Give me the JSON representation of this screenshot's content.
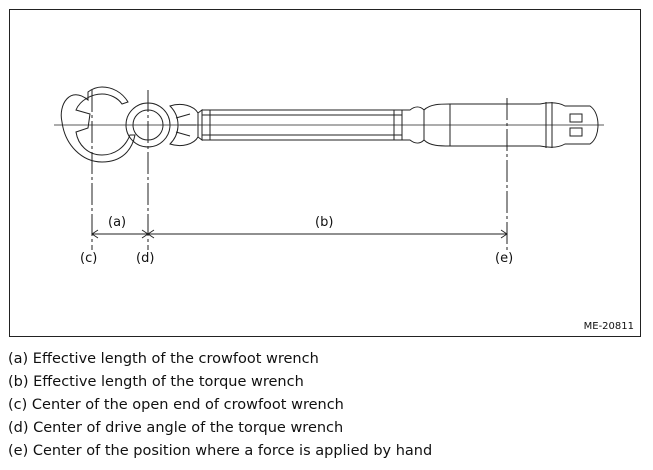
{
  "figure": {
    "code": "ME-20811",
    "dimension_labels": {
      "a": "(a)",
      "b": "(b)",
      "c": "(c)",
      "d": "(d)",
      "e": "(e)"
    }
  },
  "legend": [
    "(a) Effective length of the crowfoot wrench",
    "(b) Effective length of the torque wrench",
    "(c) Center of the open end of crowfoot wrench",
    "(d) Center of drive angle of the torque wrench",
    "(e) Center of the position where a force is applied by hand"
  ],
  "colors": {
    "line": "#222222",
    "background": "#ffffff"
  }
}
